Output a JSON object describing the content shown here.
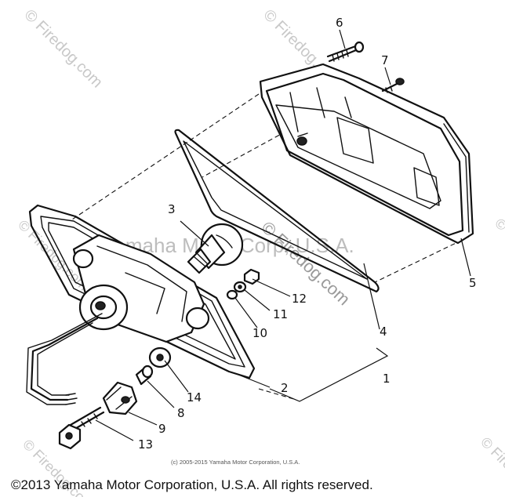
{
  "callouts": {
    "c1": "1",
    "c2": "2",
    "c3": "3",
    "c4": "4",
    "c5": "5",
    "c6": "6",
    "c7": "7",
    "c8": "8",
    "c9": "9",
    "c10": "10",
    "c11": "11",
    "c12": "12",
    "c13": "13",
    "c14": "14"
  },
  "watermarks": {
    "site": "© Firedog.com",
    "center_owner": "Yamaha Motor Corp, U.S.A.",
    "center_site": "© Firedog.com"
  },
  "small_copyright": "(c) 2005-2015 Yamaha Motor Corporation, U.S.A.",
  "copyright": "©2013 Yamaha Motor Corporation, U.S.A. All rights reserved."
}
